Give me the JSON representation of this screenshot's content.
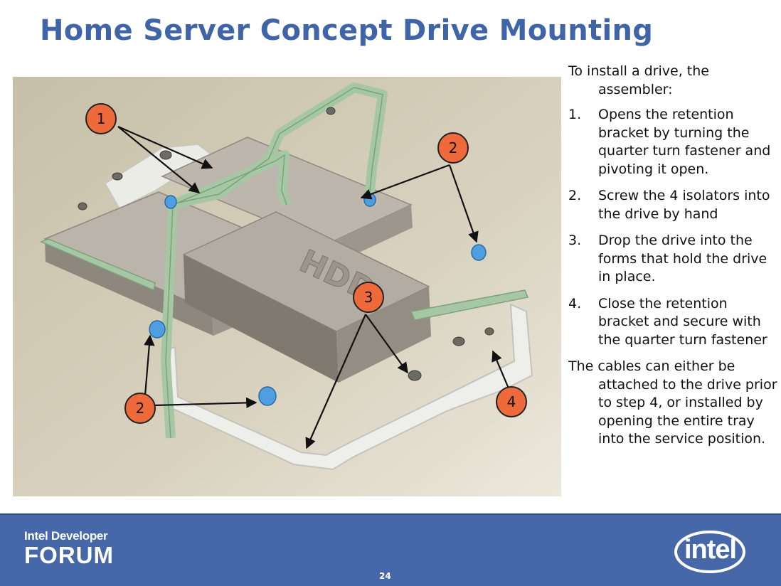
{
  "slide": {
    "title": "Home Server Concept Drive Mounting",
    "page_number": "24"
  },
  "figure": {
    "drive_label": "HDD",
    "callouts": [
      "1",
      "2",
      "2",
      "3",
      "4"
    ],
    "colors": {
      "background": "#cfc8b2",
      "bracket": "#a6c7a4",
      "drive": "#a59e95",
      "callout_fill": "#ee6a3a",
      "isolator": "#4f9ee0"
    }
  },
  "instructions": {
    "intro": "To install a drive, the assembler:",
    "steps": [
      {
        "num": "1.",
        "text": "Opens the retention bracket by turning the quarter turn fastener and pivoting it open."
      },
      {
        "num": "2.",
        "text": "Screw the 4 isolators into the drive by hand"
      },
      {
        "num": "3.",
        "text": "Drop the drive into the forms that hold the drive in place."
      },
      {
        "num": "4.",
        "text": "Close the retention bracket and secure with the quarter turn fastener"
      }
    ],
    "outro": "The cables can either be attached to the drive prior to step 4, or installed by opening the entire tray into the service position."
  },
  "footer": {
    "idf_logo_line1": "Intel Developer",
    "idf_logo_line2": "FORUM",
    "intel_logo": "intel",
    "background_color": "#4668a8"
  }
}
